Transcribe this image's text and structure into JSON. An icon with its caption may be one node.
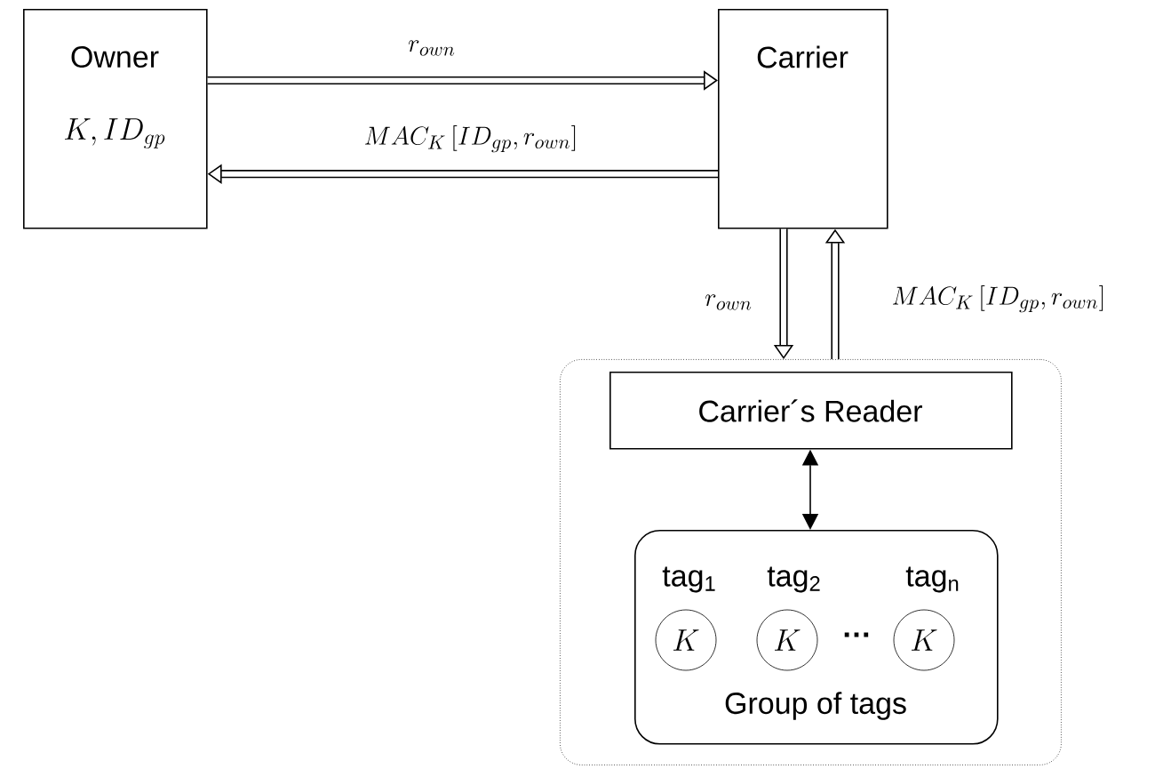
{
  "diagram": {
    "nodes": [
      {
        "text": [
          "Owner",
          "K, ID_{gp}"
        ]
      },
      {
        "text": [
          "Carrier"
        ]
      },
      {
        "text": [],
        "shape": "box"
      },
      {
        "text": [
          "Carrier´s Reader"
        ],
        "in": 2
      },
      {
        "text": [
          "Group of tags"
        ],
        "in": 2
      },
      {
        "text": [
          "K"
        ],
        "beside": [
          "tag$_{1}$"
        ],
        "in": 4
      },
      {
        "text": [
          "K"
        ],
        "beside": [
          "tag$_{2}$"
        ],
        "in": 4
      },
      {
        "text": [
          "K"
        ],
        "beside": [
          "tag$_{n}$"
        ],
        "in": 4
      }
    ],
    "edges": [
      {
        "from": 0,
        "to": 1,
        "arrow": "to",
        "label": "r_{own}"
      },
      {
        "from": 1,
        "to": 0,
        "arrow": "to",
        "label": "MAC_{K}\\left[ ID_{gp}, r_{own} \\right]"
      },
      {
        "from": 1,
        "to": 2,
        "arrow": "to",
        "label": "r_{own}"
      },
      {
        "from": 2,
        "to": 1,
        "arrow": "to",
        "label": "MAC_{K}\\left[ ID_{gp}, r_{own} \\right]"
      },
      {
        "from": 3,
        "to": 4,
        "arrow": "both"
      }
    ],
    "labels": [
      "…"
    ]
  }
}
